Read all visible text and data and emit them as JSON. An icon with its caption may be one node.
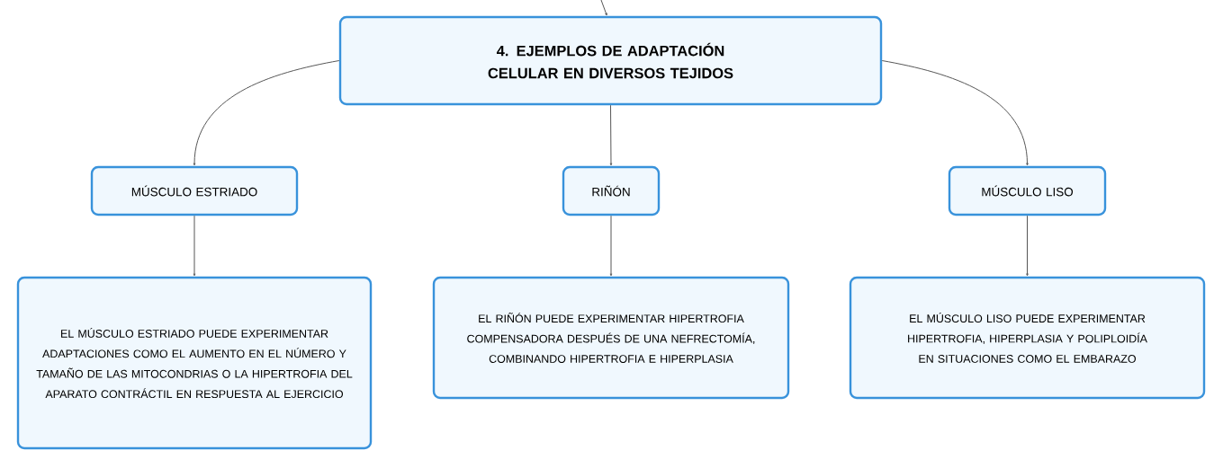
{
  "diagram": {
    "nodes": [
      {
        "text": [
          "4. EJEMPLOS DE ADAPTACIÓN CELULAR EN DIVERSOS TEJIDOS"
        ]
      },
      {
        "text": [
          "MÚSCULO ESTRIADO"
        ]
      },
      {
        "text": [
          "RIÑÓN"
        ]
      },
      {
        "text": [
          "MÚSCULO LISO"
        ]
      },
      {
        "text": [
          "EL MÚSCULO ESTRIADO PUEDE EXPERIMENTAR ADAPTACIONES COMO EL AUMENTO EN EL NÚMERO Y TAMAÑO DE LAS MITOCONDRIAS O LA HIPERTROFIA DEL APARATO CONTRÁCTIL EN RESPUESTA AL EJERCICIO"
        ]
      },
      {
        "text": [
          "EL RIÑÓN PUEDE EXPERIMENTAR HIPERTROFIA COMPENSADORA DESPUÉS DE UNA NEFRECTOMÍA, COMBINANDO HIPERTROFIA E HIPERPLASIA"
        ]
      },
      {
        "text": [
          "EL MÚSCULO LISO PUEDE EXPERIMENTAR HIPERTROFIA, HIPERPLASIA Y POLIPLOIDÍA EN SITUACIONES COMO EL EMBARAZO"
        ]
      }
    ],
    "edges": [
      {
        "from": null,
        "to": 0,
        "arrow": "to"
      },
      {
        "from": 0,
        "to": 1,
        "arrow": "to"
      },
      {
        "from": 0,
        "to": 2,
        "arrow": "to"
      },
      {
        "from": 0,
        "to": 3,
        "arrow": "to"
      },
      {
        "from": 1,
        "to": 4,
        "arrow": "to"
      },
      {
        "from": 2,
        "to": 5,
        "arrow": "to"
      },
      {
        "from": 3,
        "to": 6,
        "arrow": "to"
      }
    ]
  }
}
